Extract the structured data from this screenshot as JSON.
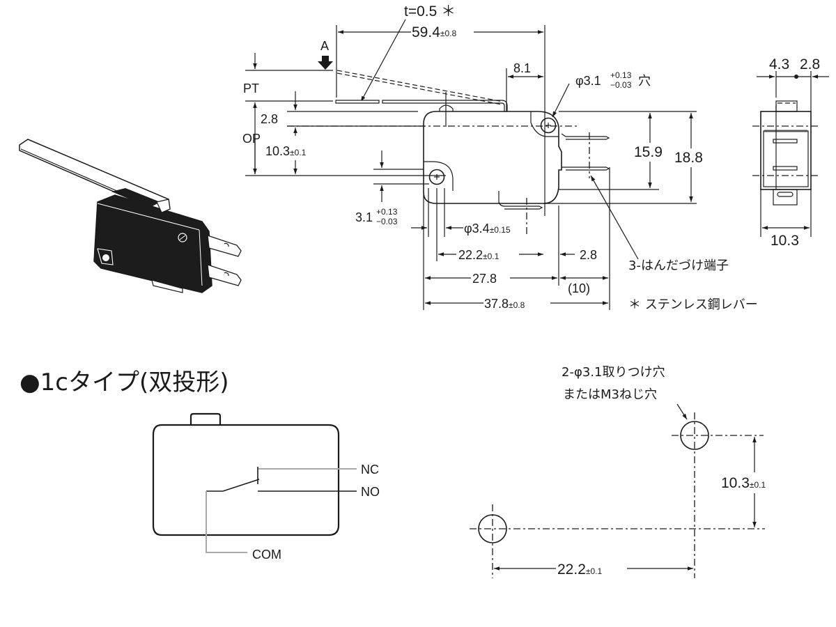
{
  "top_view": {
    "lever_thickness": "t=0.5 ＊",
    "lever_length": "59.4",
    "lever_length_tol": "±0.8",
    "actuation_label": "A",
    "pt_label": "PT",
    "op_label": "OP",
    "dim_2_8_left": "2.8",
    "dim_10_3": "10.3",
    "dim_10_3_tol": "±0.1",
    "dim_8_1": "8.1",
    "hole_top_label": "φ3.1",
    "hole_top_tol_plus": "+0.13",
    "hole_top_tol_minus": "−0.03",
    "hole_top_suffix": "穴",
    "dim_15_9": "15.9",
    "dim_18_8": "18.8",
    "dim_3_1": "3.1",
    "dim_3_1_tol_plus": "+0.13",
    "dim_3_1_tol_minus": "−0.03",
    "hole_bottom_label": "φ3.4",
    "hole_bottom_tol": "±0.15",
    "dim_22_2": "22.2",
    "dim_22_2_tol": "±0.1",
    "dim_2_8_right": "2.8",
    "dim_27_8": "27.8",
    "dim_10_paren": "(10)",
    "dim_37_8": "37.8",
    "dim_37_8_tol": "±0.8",
    "terminal_note": "3-はんだづけ端子",
    "lever_note": "＊ ステンレス鋼レバー"
  },
  "side_view": {
    "dim_4_3": "4.3",
    "dim_2_8": "2.8",
    "dim_10_3": "10.3"
  },
  "circuit": {
    "title": "●1cタイプ(双投形)",
    "nc_label": "NC",
    "no_label": "NO",
    "com_label": "COM"
  },
  "mounting": {
    "note_line1": "2-φ3.1取りつけ穴",
    "note_line2": "またはM3ねじ穴",
    "dim_vertical": "10.3",
    "dim_vertical_tol": "±0.1",
    "dim_horizontal": "22.2",
    "dim_horizontal_tol": "±0.1"
  },
  "colors": {
    "line": "#1a1a1a",
    "circuit_wire": "#a8a8a8",
    "product_body": "#1c1c1c"
  }
}
